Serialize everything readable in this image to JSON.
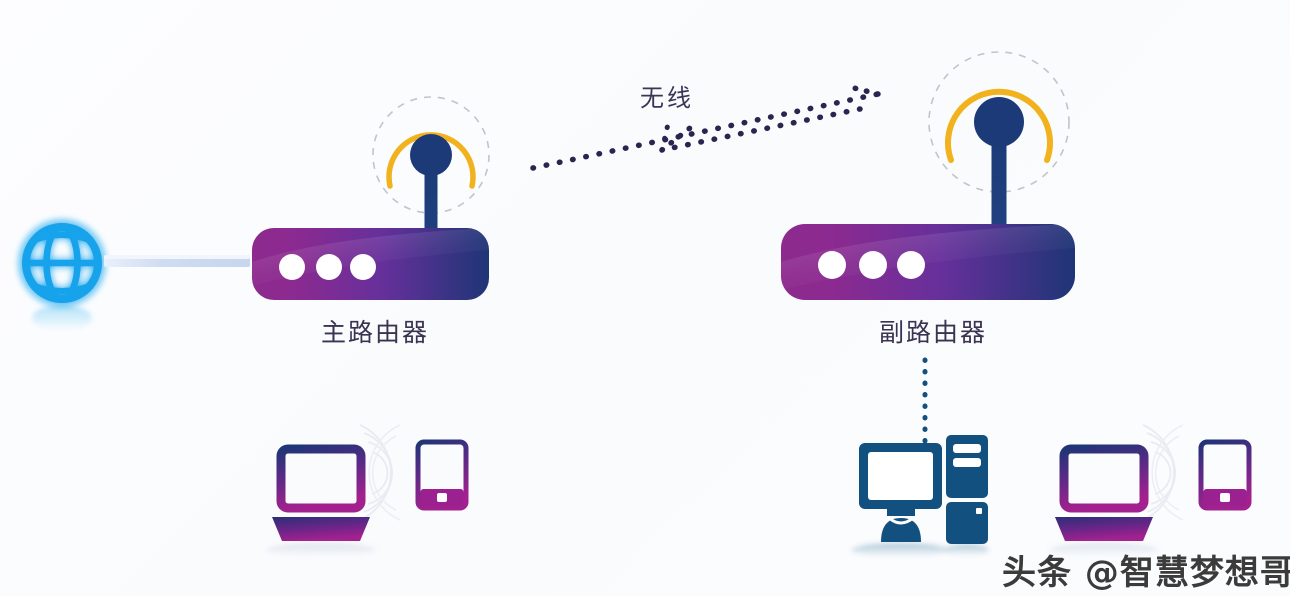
{
  "diagram": {
    "title": "wireless-bridge-network-topology",
    "background_color": "#fafcfe",
    "nodes": {
      "internet": {
        "icon": "globe-icon",
        "color": "#13a3ec",
        "label": ""
      },
      "main_router": {
        "icon": "router-icon",
        "label": "主路由器",
        "label_color": "#3a3352",
        "body_gradient_from": "#8d2a8e",
        "body_gradient_to": "#1f3576",
        "antenna_color": "#1b3a77",
        "signal_arc_color": "#f2b21e",
        "dashed_ring_color": "#b9b9c4",
        "led_count": 3,
        "led_color": "#ffffff"
      },
      "sub_router": {
        "icon": "router-icon",
        "label": "副路由器",
        "label_color": "#3a3352",
        "body_gradient_from": "#8d2a8e",
        "body_gradient_to": "#1f3576",
        "antenna_color": "#1b3a77",
        "signal_arc_color": "#f2b21e",
        "dashed_ring_color": "#b9b9c4",
        "led_count": 3,
        "led_color": "#ffffff"
      },
      "laptop_left": {
        "icon": "laptop-icon",
        "gradient_from": "#1f3576",
        "gradient_to": "#a3218e"
      },
      "tablet_left": {
        "icon": "tablet-icon",
        "gradient_from": "#1f3576",
        "gradient_to": "#a3218e"
      },
      "desktop_pc": {
        "icon": "desktop-computer-icon",
        "color": "#12507f"
      },
      "laptop_right": {
        "icon": "laptop-icon",
        "gradient_from": "#1f3576",
        "gradient_to": "#a3218e"
      },
      "tablet_right": {
        "icon": "tablet-icon",
        "gradient_from": "#1f3576",
        "gradient_to": "#a3218e"
      }
    },
    "links": {
      "internet_to_main": {
        "style": "solid-bar",
        "color": "#ccdbf0",
        "label": ""
      },
      "main_to_sub": {
        "style": "dotted-double-arrow",
        "color": "#2a2450",
        "label": "无线"
      },
      "sub_to_desktop": {
        "style": "dotted-line",
        "color": "#12507f",
        "label": ""
      },
      "main_wifi_clients": {
        "style": "wifi-waves",
        "color": "#e6e6ef"
      },
      "sub_wifi_clients": {
        "style": "wifi-waves",
        "color": "#e6e6ef"
      }
    },
    "watermark": {
      "text": "头条 @智慧梦想哥"
    }
  }
}
